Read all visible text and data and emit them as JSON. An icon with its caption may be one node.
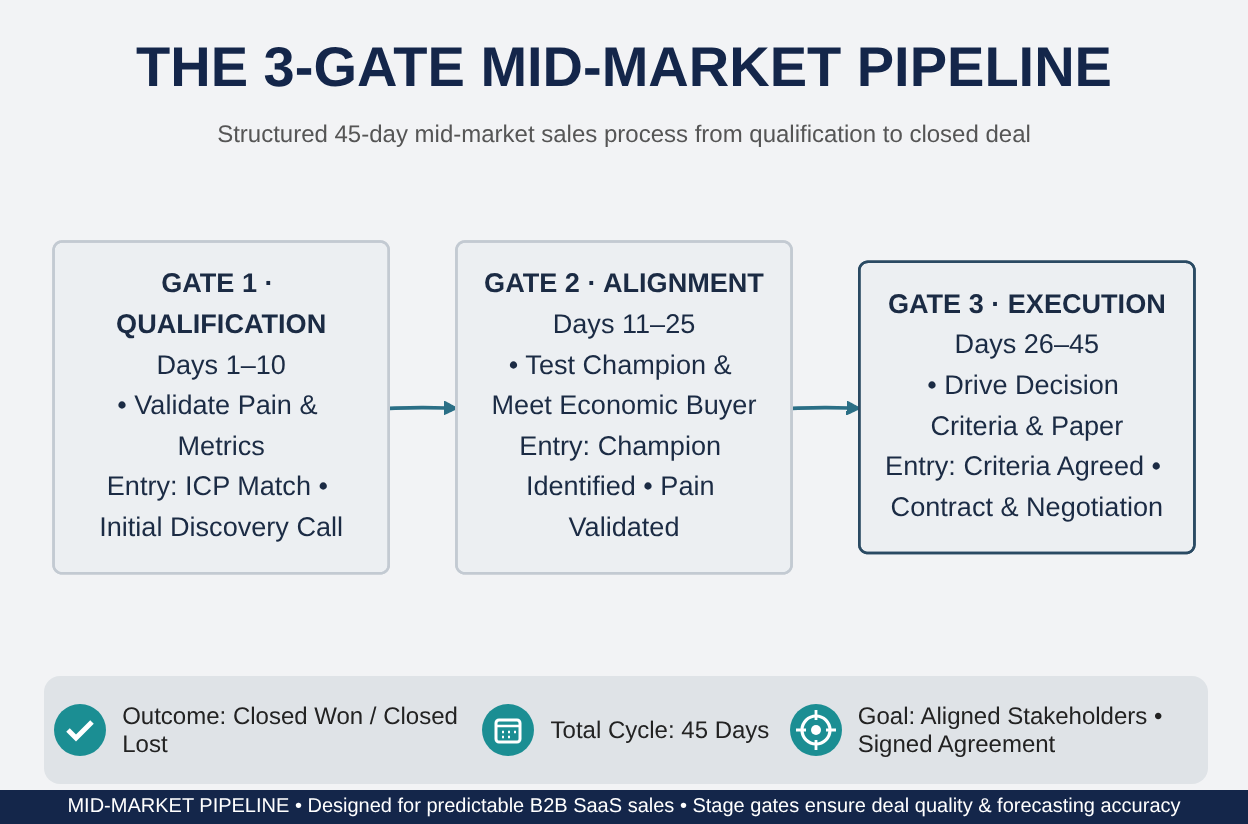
{
  "diagram": {
    "title": "THE 3-GATE MID-MARKET PIPELINE",
    "caption": "MID-MARKET PIPELINE • Designed for predictable B2B SaaS sales • Stage gates ensure deal quality & forecasting accuracy",
    "nodes": [
      {
        "text": [
          "GATE 1 · QUALIFICATION",
          "Days 1–10",
          "• Validate Pain & Metrics",
          "Entry: ICP Match • Initial Discovery Call"
        ]
      },
      {
        "text": [
          "GATE 2 · ALIGNMENT",
          "Days 11–25",
          "• Test Champion & Meet Economic Buyer",
          "Entry: Champion Identified • Pain Validated"
        ]
      },
      {
        "text": [
          "GATE 3 · EXECUTION",
          "Days 26–45",
          "• Drive Decision Criteria & Paper",
          "Entry: Criteria Agreed • Contract & Negotiation"
        ]
      }
    ],
    "edges": [
      {
        "from": 0,
        "to": 1,
        "arrow": "to"
      },
      {
        "from": 1,
        "to": 2,
        "arrow": "to"
      }
    ],
    "labels": [
      "Structured 45-day mid-market sales process from qualification to closed deal",
      "Outcome: Closed Won / Closed Lost",
      "Total Cycle: 45 Days",
      "Goal: Aligned Stakeholders • Signed Agreement"
    ]
  }
}
